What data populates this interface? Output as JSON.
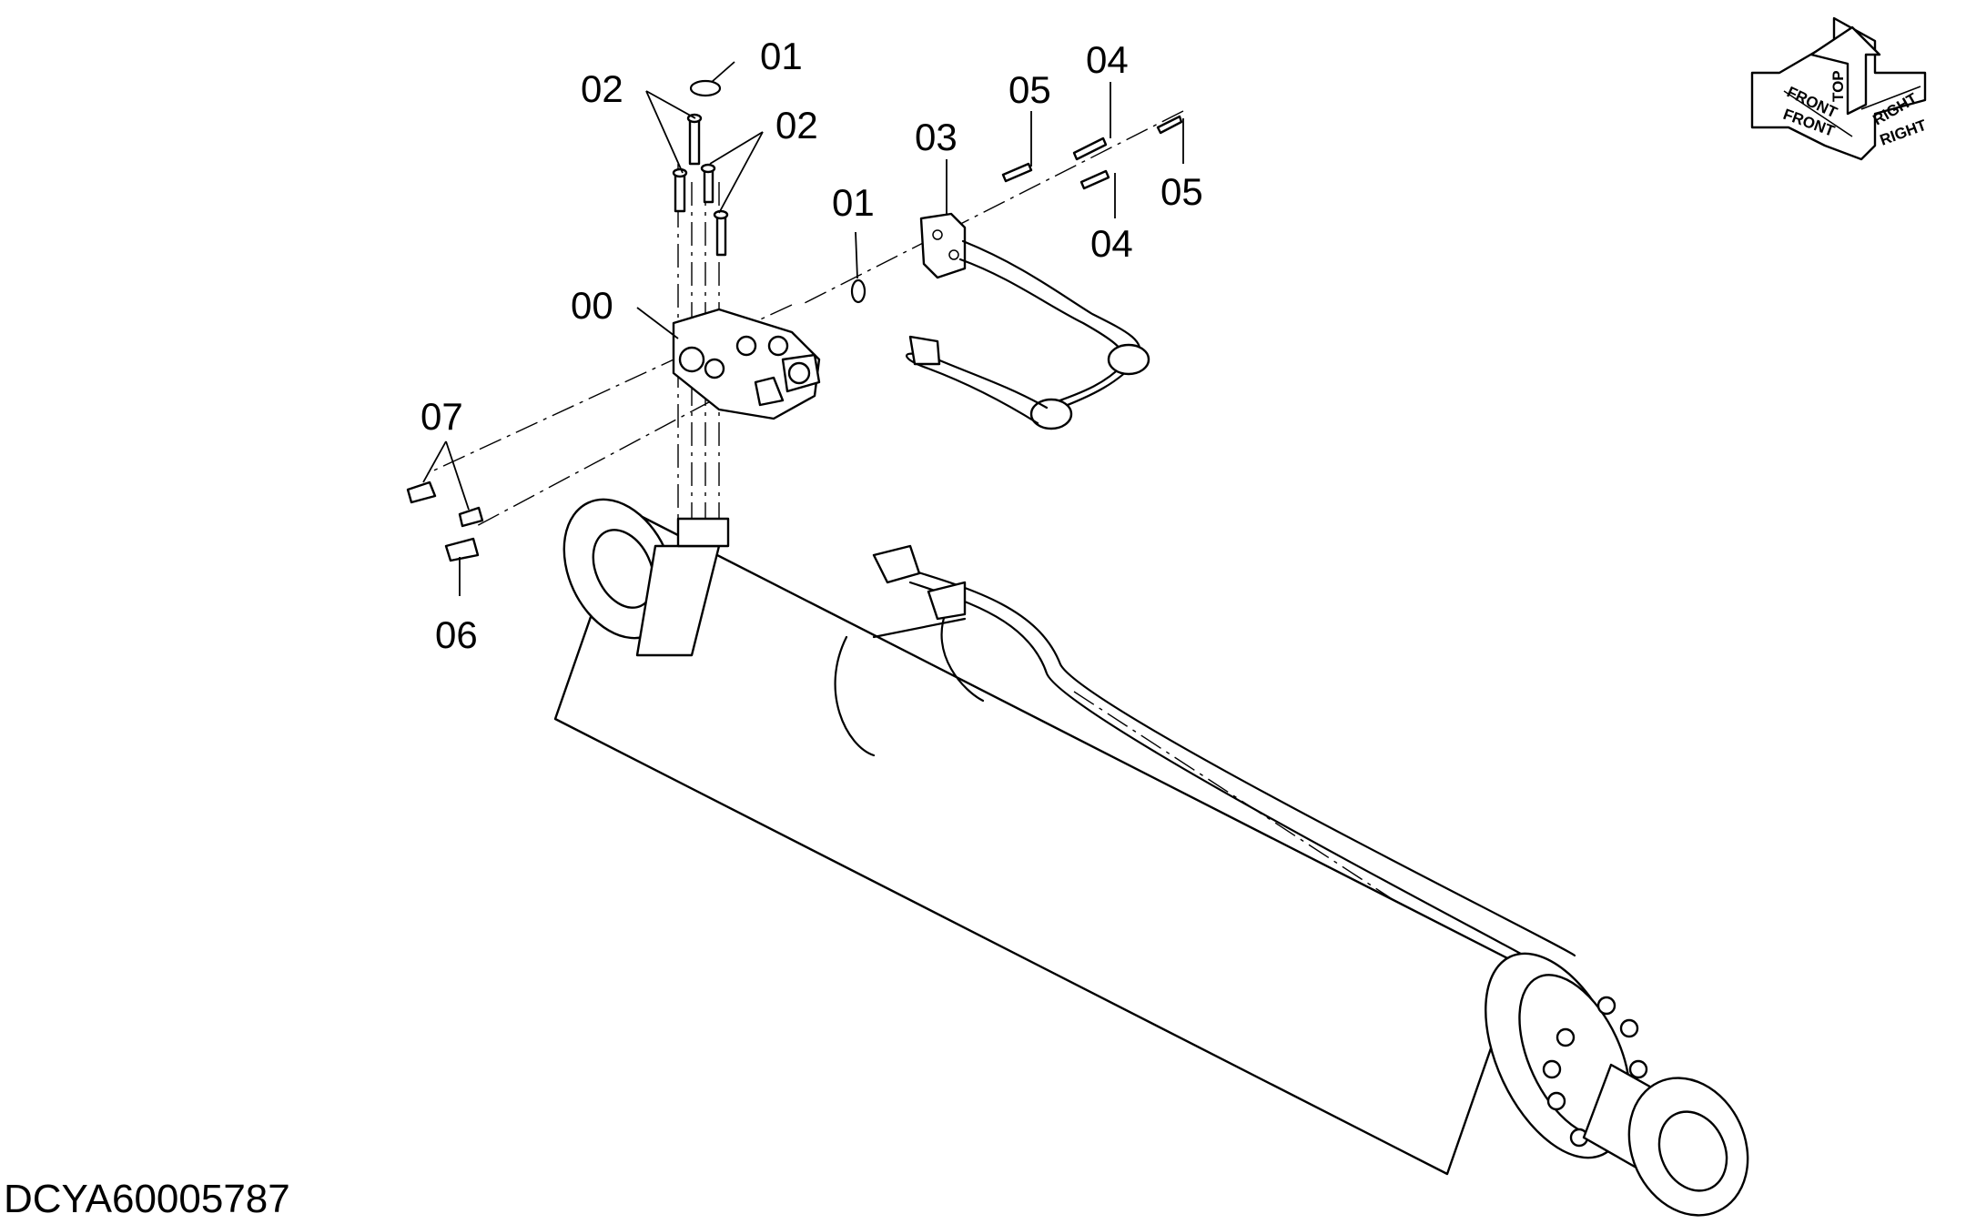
{
  "diagram": {
    "document_code": "DCYA60005787",
    "callouts": [
      {
        "id": "label-01-top",
        "text": "01"
      },
      {
        "id": "label-02-left",
        "text": "02"
      },
      {
        "id": "label-02-right",
        "text": "02"
      },
      {
        "id": "label-00",
        "text": "00"
      },
      {
        "id": "label-01-ring",
        "text": "01"
      },
      {
        "id": "label-03",
        "text": "03"
      },
      {
        "id": "label-05-top",
        "text": "05"
      },
      {
        "id": "label-04-top",
        "text": "04"
      },
      {
        "id": "label-05-right",
        "text": "05"
      },
      {
        "id": "label-04-bottom",
        "text": "04"
      },
      {
        "id": "label-07",
        "text": "07"
      },
      {
        "id": "label-06",
        "text": "06"
      }
    ],
    "orientation": {
      "top": "TOP",
      "front": "FRONT",
      "front_mirrored": "FRONT",
      "right": "RIGHT",
      "right_mirrored": "RIGHT"
    }
  }
}
